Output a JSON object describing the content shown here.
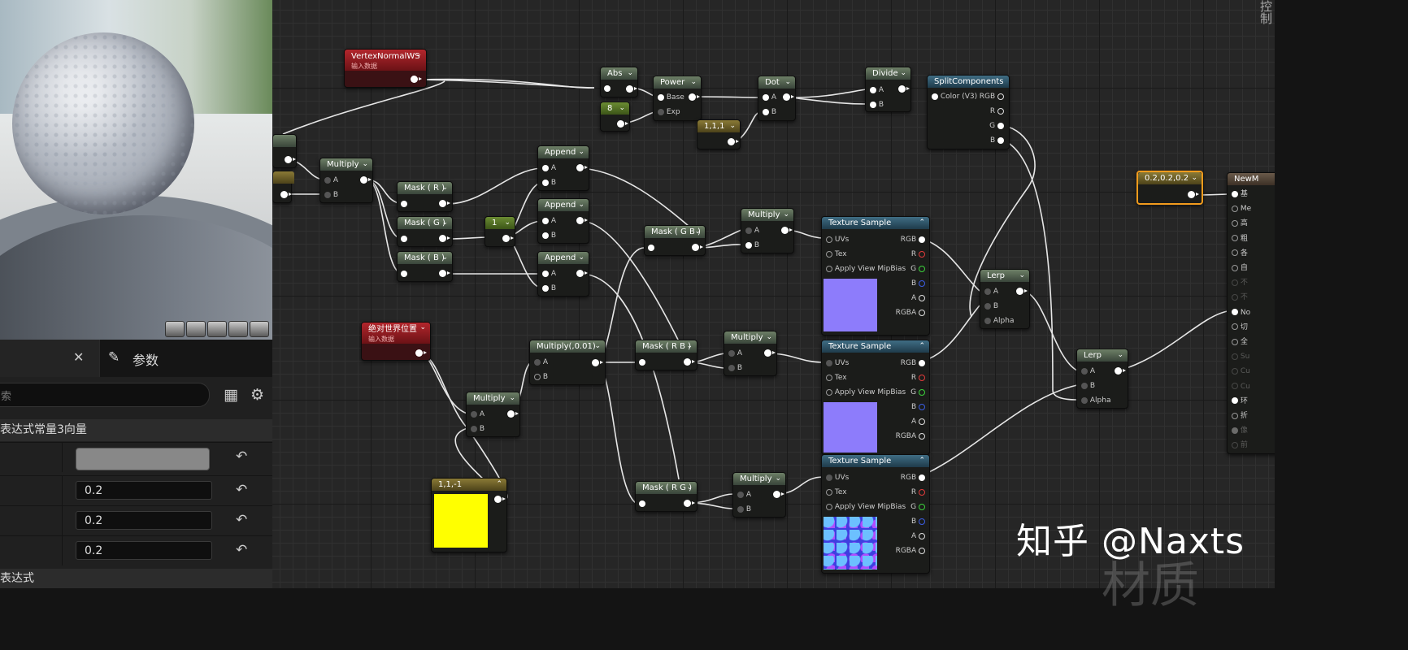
{
  "panel": {
    "tab_params": "参数",
    "search_placeholder": "索",
    "section_title": "表达式常量3向量",
    "values": [
      "0.2",
      "0.2",
      "0.2"
    ],
    "section2_title": "表达式"
  },
  "nodes": {
    "vertex_normal": {
      "title": "VertexNormalWS",
      "sub": "输入数据"
    },
    "abs": {
      "title": "Abs"
    },
    "power": {
      "title": "Power",
      "pins": [
        "Base",
        "Exp"
      ]
    },
    "const8": {
      "title": "8"
    },
    "dot": {
      "title": "Dot",
      "pins": [
        "A",
        "B"
      ]
    },
    "const111": {
      "title": "1,1,1"
    },
    "divide": {
      "title": "Divide",
      "pins": [
        "A",
        "B"
      ]
    },
    "split": {
      "title": "SplitComponents",
      "in": "Color (V3)",
      "outs": [
        "RGB",
        "R",
        "G",
        "B"
      ]
    },
    "multiply1": {
      "title": "Multiply",
      "pins": [
        "A",
        "B"
      ]
    },
    "mask_r": {
      "title": "Mask ( R )"
    },
    "mask_g": {
      "title": "Mask ( G )"
    },
    "mask_b": {
      "title": "Mask ( B )"
    },
    "const1": {
      "title": "1"
    },
    "append1": {
      "title": "Append",
      "pins": [
        "A",
        "B"
      ]
    },
    "append2": {
      "title": "Append",
      "pins": [
        "A",
        "B"
      ]
    },
    "append3": {
      "title": "Append",
      "pins": [
        "A",
        "B"
      ]
    },
    "mask_gb": {
      "title": "Mask ( G B )"
    },
    "multiply2": {
      "title": "Multiply",
      "pins": [
        "A",
        "B"
      ]
    },
    "tex1": {
      "title": "Texture Sample"
    },
    "tex2": {
      "title": "Texture Sample"
    },
    "tex3": {
      "title": "Texture Sample"
    },
    "tex_pins_in": [
      "UVs",
      "Tex",
      "Apply View MipBias"
    ],
    "tex_pins_out": [
      "RGB",
      "R",
      "G",
      "B",
      "A",
      "RGBA"
    ],
    "lerp1": {
      "title": "Lerp",
      "pins": [
        "A",
        "B",
        "Alpha"
      ]
    },
    "lerp2": {
      "title": "Lerp",
      "pins": [
        "A",
        "B",
        "Alpha"
      ]
    },
    "const_gray": {
      "title": "0.2,0.2,0.2"
    },
    "new_material": {
      "title": "NewM"
    },
    "material_pins": [
      "基",
      "Me",
      "高",
      "粗",
      "各",
      "自",
      "不",
      "不",
      "No",
      "切",
      "全",
      "Su",
      "Cu",
      "Cu",
      "环",
      "折",
      "像",
      "前"
    ],
    "world_pos": {
      "title": "绝对世界位置",
      "sub": "输入数据"
    },
    "multiply001": {
      "title": "Multiply(,0.01)",
      "pins": [
        "A",
        "B"
      ]
    },
    "mask_rb": {
      "title": "Mask ( R B )"
    },
    "multiply3": {
      "title": "Multiply",
      "pins": [
        "A",
        "B"
      ]
    },
    "multiply4": {
      "title": "Multiply",
      "pins": [
        "A",
        "B"
      ]
    },
    "const11m1": {
      "title": "1,1,-1"
    },
    "mask_rg": {
      "title": "Mask ( R G )"
    },
    "multiply5": {
      "title": "Multiply",
      "pins": [
        "A",
        "B"
      ]
    }
  },
  "watermark": {
    "text": "知乎 @Naxts",
    "bg": "材质"
  },
  "side_label": "控制"
}
